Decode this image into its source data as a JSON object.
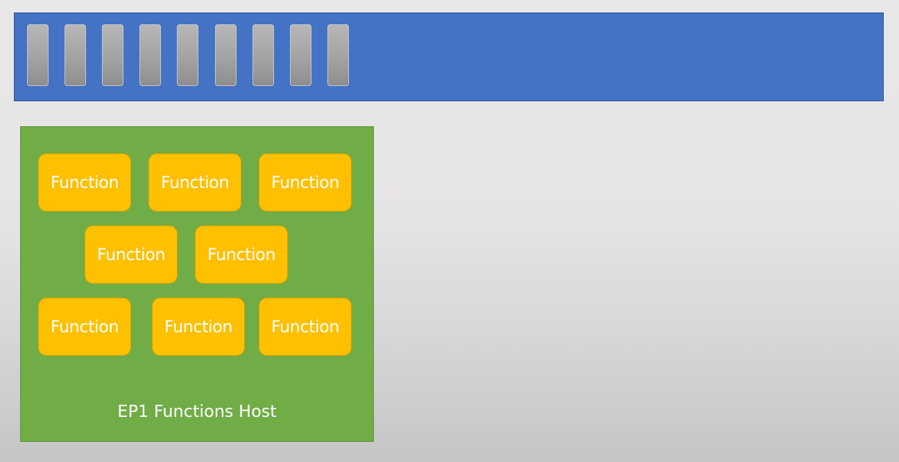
{
  "colors": {
    "bar": "#4472c4",
    "host": "#70ad47",
    "function": "#ffc000",
    "slot": "#a3a3a3"
  },
  "instances": [
    {
      "icon": "instance-slot-icon"
    },
    {
      "icon": "instance-slot-icon"
    },
    {
      "icon": "instance-slot-icon"
    },
    {
      "icon": "instance-slot-icon"
    },
    {
      "icon": "instance-slot-icon"
    },
    {
      "icon": "instance-slot-icon"
    },
    {
      "icon": "instance-slot-icon"
    },
    {
      "icon": "instance-slot-icon"
    },
    {
      "icon": "instance-slot-icon"
    }
  ],
  "host": {
    "label": "EP1 Functions Host",
    "functions": [
      {
        "label": "Function"
      },
      {
        "label": "Function"
      },
      {
        "label": "Function"
      },
      {
        "label": "Function"
      },
      {
        "label": "Function"
      },
      {
        "label": "Function"
      },
      {
        "label": "Function"
      },
      {
        "label": "Function"
      }
    ]
  }
}
